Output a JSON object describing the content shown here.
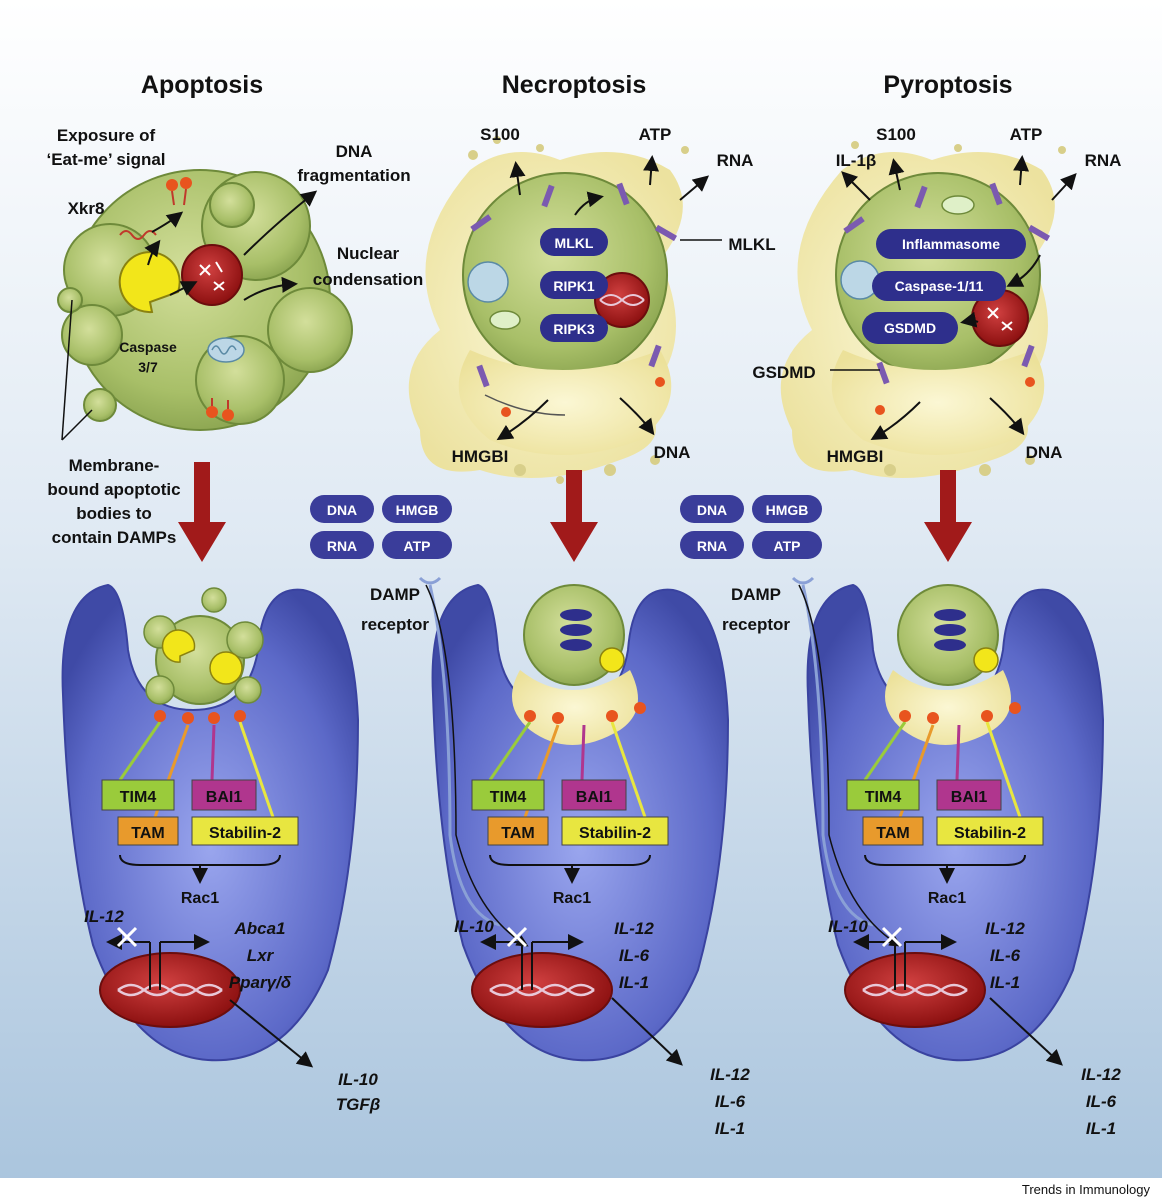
{
  "titles": {
    "apoptosis": "Apoptosis",
    "necroptosis": "Necroptosis",
    "pyroptosis": "Pyroptosis"
  },
  "apoptosis": {
    "exposure_line1": "Exposure of",
    "exposure_line2": "‘Eat-me’ signal",
    "xkr8": "Xkr8",
    "dna_frag_line1": "DNA",
    "dna_frag_line2": "fragmentation",
    "nuclear_line1": "Nuclear",
    "nuclear_line2": "condensation",
    "caspase_line1": "Caspase",
    "caspase_line2": "3/7",
    "membrane_line1": "Membrane-",
    "membrane_line2": "bound apoptotic",
    "membrane_line3": "bodies to",
    "membrane_line4": "contain DAMPs"
  },
  "necroptosis": {
    "s100": "S100",
    "atp": "ATP",
    "rna": "RNA",
    "mlkl_side": "MLKL",
    "pills": [
      "MLKL",
      "RIPK1",
      "RIPK3"
    ],
    "hmgb": "HMGBI",
    "dna": "DNA"
  },
  "pyroptosis": {
    "il1b": "IL-1β",
    "s100": "S100",
    "atp": "ATP",
    "rna": "RNA",
    "pills": [
      "Inflammasome",
      "Caspase-1/11",
      "GSDMD"
    ],
    "gsdmd_side": "GSDMD",
    "hmgb": "HMGBI",
    "dna": "DNA"
  },
  "damps": {
    "dna": "DNA",
    "hmgb": "HMGB",
    "rna": "RNA",
    "atp": "ATP",
    "receptor_line1": "DAMP",
    "receptor_line2": "receptor"
  },
  "receptors": {
    "tim4": "TIM4",
    "bai1": "BAI1",
    "tam": "TAM",
    "stabilin2": "Stabilin-2",
    "rac1": "Rac1"
  },
  "macrophage_apoptosis": {
    "il12": "IL-12",
    "genes": [
      "Abca1",
      "Lxr",
      "Pparγ/δ"
    ],
    "outputs": [
      "IL-10",
      "TGFβ"
    ]
  },
  "macrophage_necroptosis": {
    "il10": "IL-10",
    "genes": [
      "IL-12",
      "IL-6",
      "IL-1"
    ],
    "outputs": [
      "IL-12",
      "IL-6",
      "IL-1"
    ]
  },
  "macrophage_pyroptosis": {
    "il10": "IL-10",
    "genes": [
      "IL-12",
      "IL-6",
      "IL-1"
    ],
    "outputs": [
      "IL-12",
      "IL-6",
      "IL-1"
    ]
  },
  "credit": "Trends in Immunology",
  "colors": {
    "bg_top": "#ffffff",
    "bg_bottom": "#a9c4dd",
    "cell_green": "#aac06a",
    "cell_green_dark": "#7f9a47",
    "leak_yellow": "#f4eeb0",
    "pill_navy": "#2e2f8c",
    "macrophage": "#5a67c4",
    "nucleus_red": "#b01e1e",
    "arrow_red": "#a11a1a",
    "caspase_yellow": "#f2e61a",
    "tim4": "#9acb3b",
    "tam": "#e89a2c",
    "bai1": "#b0368e",
    "stabilin2": "#e8e640"
  }
}
